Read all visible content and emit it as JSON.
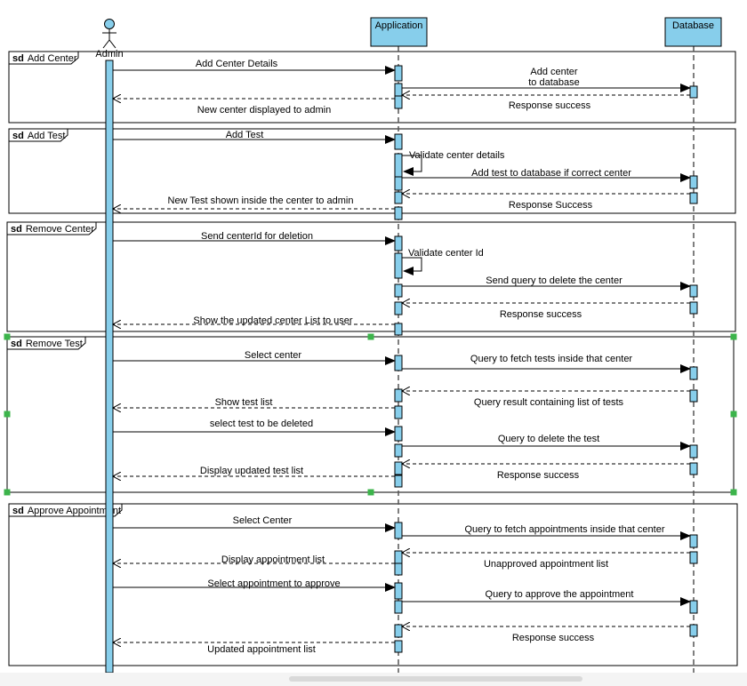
{
  "participants": {
    "actor": "Admin",
    "application": "Application",
    "database": "Database"
  },
  "fragments": [
    {
      "keyword": "sd",
      "name": "Add Center"
    },
    {
      "keyword": "sd",
      "name": "Add Test"
    },
    {
      "keyword": "sd",
      "name": "Remove Center"
    },
    {
      "keyword": "sd",
      "name": "Remove Test"
    },
    {
      "keyword": "sd",
      "name": "Approve Appointment"
    }
  ],
  "messages": [
    {
      "from": "admin",
      "to": "app",
      "kind": "sync",
      "label": "Add Center Details"
    },
    {
      "from": "app",
      "to": "db",
      "kind": "sync",
      "label": "Add center\nto database"
    },
    {
      "from": "db",
      "to": "app",
      "kind": "reply",
      "label": "Response success"
    },
    {
      "from": "app",
      "to": "admin",
      "kind": "reply",
      "label": "New center displayed to admin"
    },
    {
      "from": "admin",
      "to": "app",
      "kind": "sync",
      "label": "Add Test"
    },
    {
      "from": "app",
      "to": "app",
      "kind": "self",
      "label": "Validate center details"
    },
    {
      "from": "app",
      "to": "db",
      "kind": "sync",
      "label": "Add test to database if correct center"
    },
    {
      "from": "db",
      "to": "app",
      "kind": "reply",
      "label": "Response Success"
    },
    {
      "from": "app",
      "to": "admin",
      "kind": "reply",
      "label": "New Test shown inside the center to admin"
    },
    {
      "from": "admin",
      "to": "app",
      "kind": "sync",
      "label": "Send centerId for deletion"
    },
    {
      "from": "app",
      "to": "app",
      "kind": "self",
      "label": "Validate center Id"
    },
    {
      "from": "app",
      "to": "db",
      "kind": "sync",
      "label": "Send query to delete the center"
    },
    {
      "from": "db",
      "to": "app",
      "kind": "reply",
      "label": "Response success"
    },
    {
      "from": "app",
      "to": "admin",
      "kind": "reply",
      "label": "Show the updated center List to user"
    },
    {
      "from": "admin",
      "to": "app",
      "kind": "sync",
      "label": "Select center"
    },
    {
      "from": "app",
      "to": "db",
      "kind": "sync",
      "label": "Query to fetch tests inside that center"
    },
    {
      "from": "db",
      "to": "app",
      "kind": "reply",
      "label": "Query result containing list of tests"
    },
    {
      "from": "app",
      "to": "admin",
      "kind": "reply",
      "label": "Show test list"
    },
    {
      "from": "admin",
      "to": "app",
      "kind": "sync",
      "label": "select test to be deleted"
    },
    {
      "from": "app",
      "to": "db",
      "kind": "sync",
      "label": "Query to delete the test"
    },
    {
      "from": "db",
      "to": "app",
      "kind": "reply",
      "label": "Response success"
    },
    {
      "from": "app",
      "to": "admin",
      "kind": "reply",
      "label": "Display updated test list"
    },
    {
      "from": "admin",
      "to": "app",
      "kind": "sync",
      "label": "Select Center"
    },
    {
      "from": "app",
      "to": "db",
      "kind": "sync",
      "label": "Query to fetch appointments inside that center"
    },
    {
      "from": "db",
      "to": "app",
      "kind": "reply",
      "label": "Unapproved appointment list"
    },
    {
      "from": "app",
      "to": "admin",
      "kind": "reply",
      "label": "Display appointment list"
    },
    {
      "from": "admin",
      "to": "app",
      "kind": "sync",
      "label": "Select appointment to approve"
    },
    {
      "from": "app",
      "to": "db",
      "kind": "sync",
      "label": "Query to approve the appointment"
    },
    {
      "from": "db",
      "to": "app",
      "kind": "reply",
      "label": "Response success"
    },
    {
      "from": "app",
      "to": "admin",
      "kind": "reply",
      "label": "Updated appointment list"
    }
  ],
  "colors": {
    "lifeline_box": "#87ceeb",
    "activation": "#87ceeb",
    "line": "#000000",
    "lifeline_dash": "#555555",
    "selection_handle": "#3cb44b"
  }
}
